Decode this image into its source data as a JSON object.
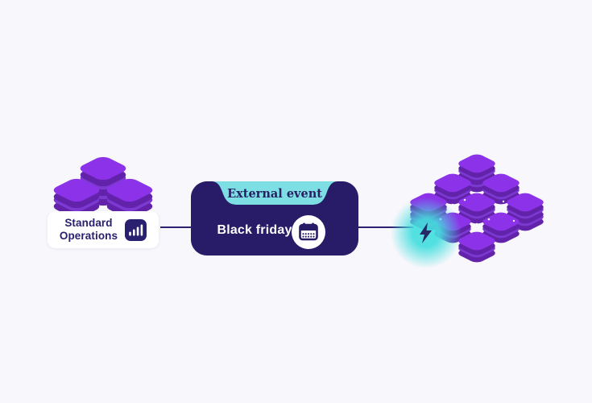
{
  "canvas": {
    "background": "#f8f7fc"
  },
  "left_group": {
    "card": {
      "line1": "Standard",
      "line2": "Operations"
    },
    "cluster_stacks": 3
  },
  "event_box": {
    "header": "External event",
    "title": "Black friday"
  },
  "right_group": {
    "cluster_stacks": 9
  },
  "colors": {
    "background": "#f8f7fc",
    "cube_top": "#8c32e8",
    "cube_mid": "#7c39d1",
    "cube_side": "#6223aa",
    "event_body": "#281b68",
    "event_header_bg": "#7ddfe3",
    "event_header_text": "#272064",
    "event_title_text": "#ffffff",
    "card_bg": "#ffffff",
    "card_text": "#2a2070",
    "icon_bg": "#2a2070",
    "connector": "#2c2173",
    "glow": "#45dedd",
    "bolt": "#252a66",
    "sparkle": "#ffffff"
  }
}
